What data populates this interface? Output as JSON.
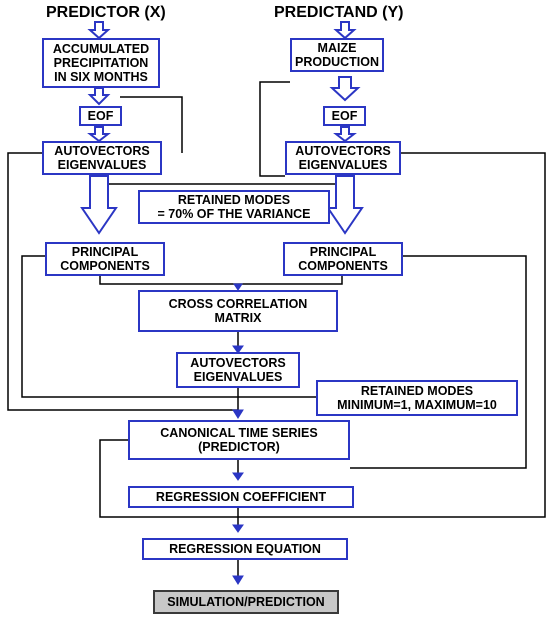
{
  "headers": {
    "predictor": "PREDICTOR (X)",
    "predictand": "PREDICTAND (Y)"
  },
  "boxes": {
    "accumulated_precipitation": "ACCUMULATED\nPRECIPITATION\nIN SIX MONTHS",
    "maize_production": "MAIZE\nPRODUCTION",
    "eof_left": "EOF",
    "eof_right": "EOF",
    "autovectors_left": "AUTOVECTORS\nEIGENVALUES",
    "autovectors_right": "AUTOVECTORS\nEIGENVALUES",
    "retained_modes_variance": "RETAINED MODES\n= 70% OF THE VARIANCE",
    "principal_components_left": "PRINCIPAL\nCOMPONENTS",
    "principal_components_right": "PRINCIPAL\nCOMPONENTS",
    "cross_correlation": "CROSS CORRELATION\nMATRIX",
    "autovectors_center": "AUTOVECTORS\nEIGENVALUES",
    "retained_modes_minmax": "RETAINED MODES\nMINIMUM=1, MAXIMUM=10",
    "canonical_time_series": "CANONICAL TIME SERIES\n(PREDICTOR)",
    "regression_coefficient": "REGRESSION COEFFICIENT",
    "regression_equation": "REGRESSION EQUATION",
    "simulation_prediction": "SIMULATION/PREDICTION"
  },
  "colors": {
    "box_border": "#2b36c4",
    "arrow": "#2b36c4",
    "final_box_fill": "#c8c8c8"
  }
}
